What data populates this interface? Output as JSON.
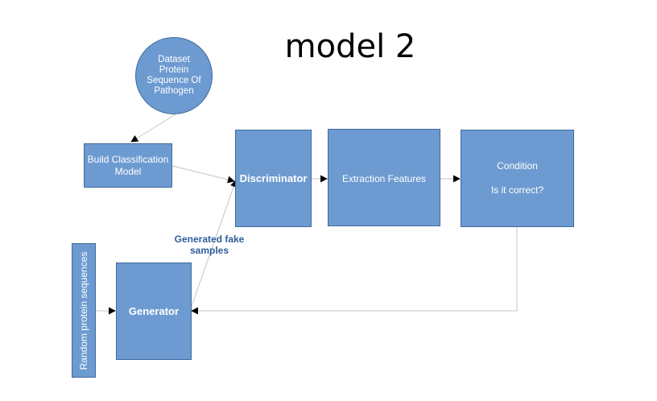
{
  "title": "model 2",
  "nodes": {
    "dataset": {
      "line1": "Dataset",
      "line2": "Protein",
      "line3": "Sequence Of",
      "line4": "Pathogen"
    },
    "build_model": {
      "line1": "Build Classification",
      "line2": "Model"
    },
    "discriminator": {
      "label": "Discriminator"
    },
    "extraction": {
      "label": "Extraction Features"
    },
    "condition": {
      "line1": "Condition",
      "line2": "Is it correct?"
    },
    "random": {
      "label": "Random protein sequences"
    },
    "generator": {
      "label": "Generator"
    }
  },
  "edge_labels": {
    "fake_samples_line1": "Generated fake",
    "fake_samples_line2": "samples"
  },
  "colors": {
    "node_fill": "#6d9bd1",
    "node_border": "#3e6a9a",
    "edge": "#bfbfbf",
    "edge_label": "#2e5d9a"
  }
}
